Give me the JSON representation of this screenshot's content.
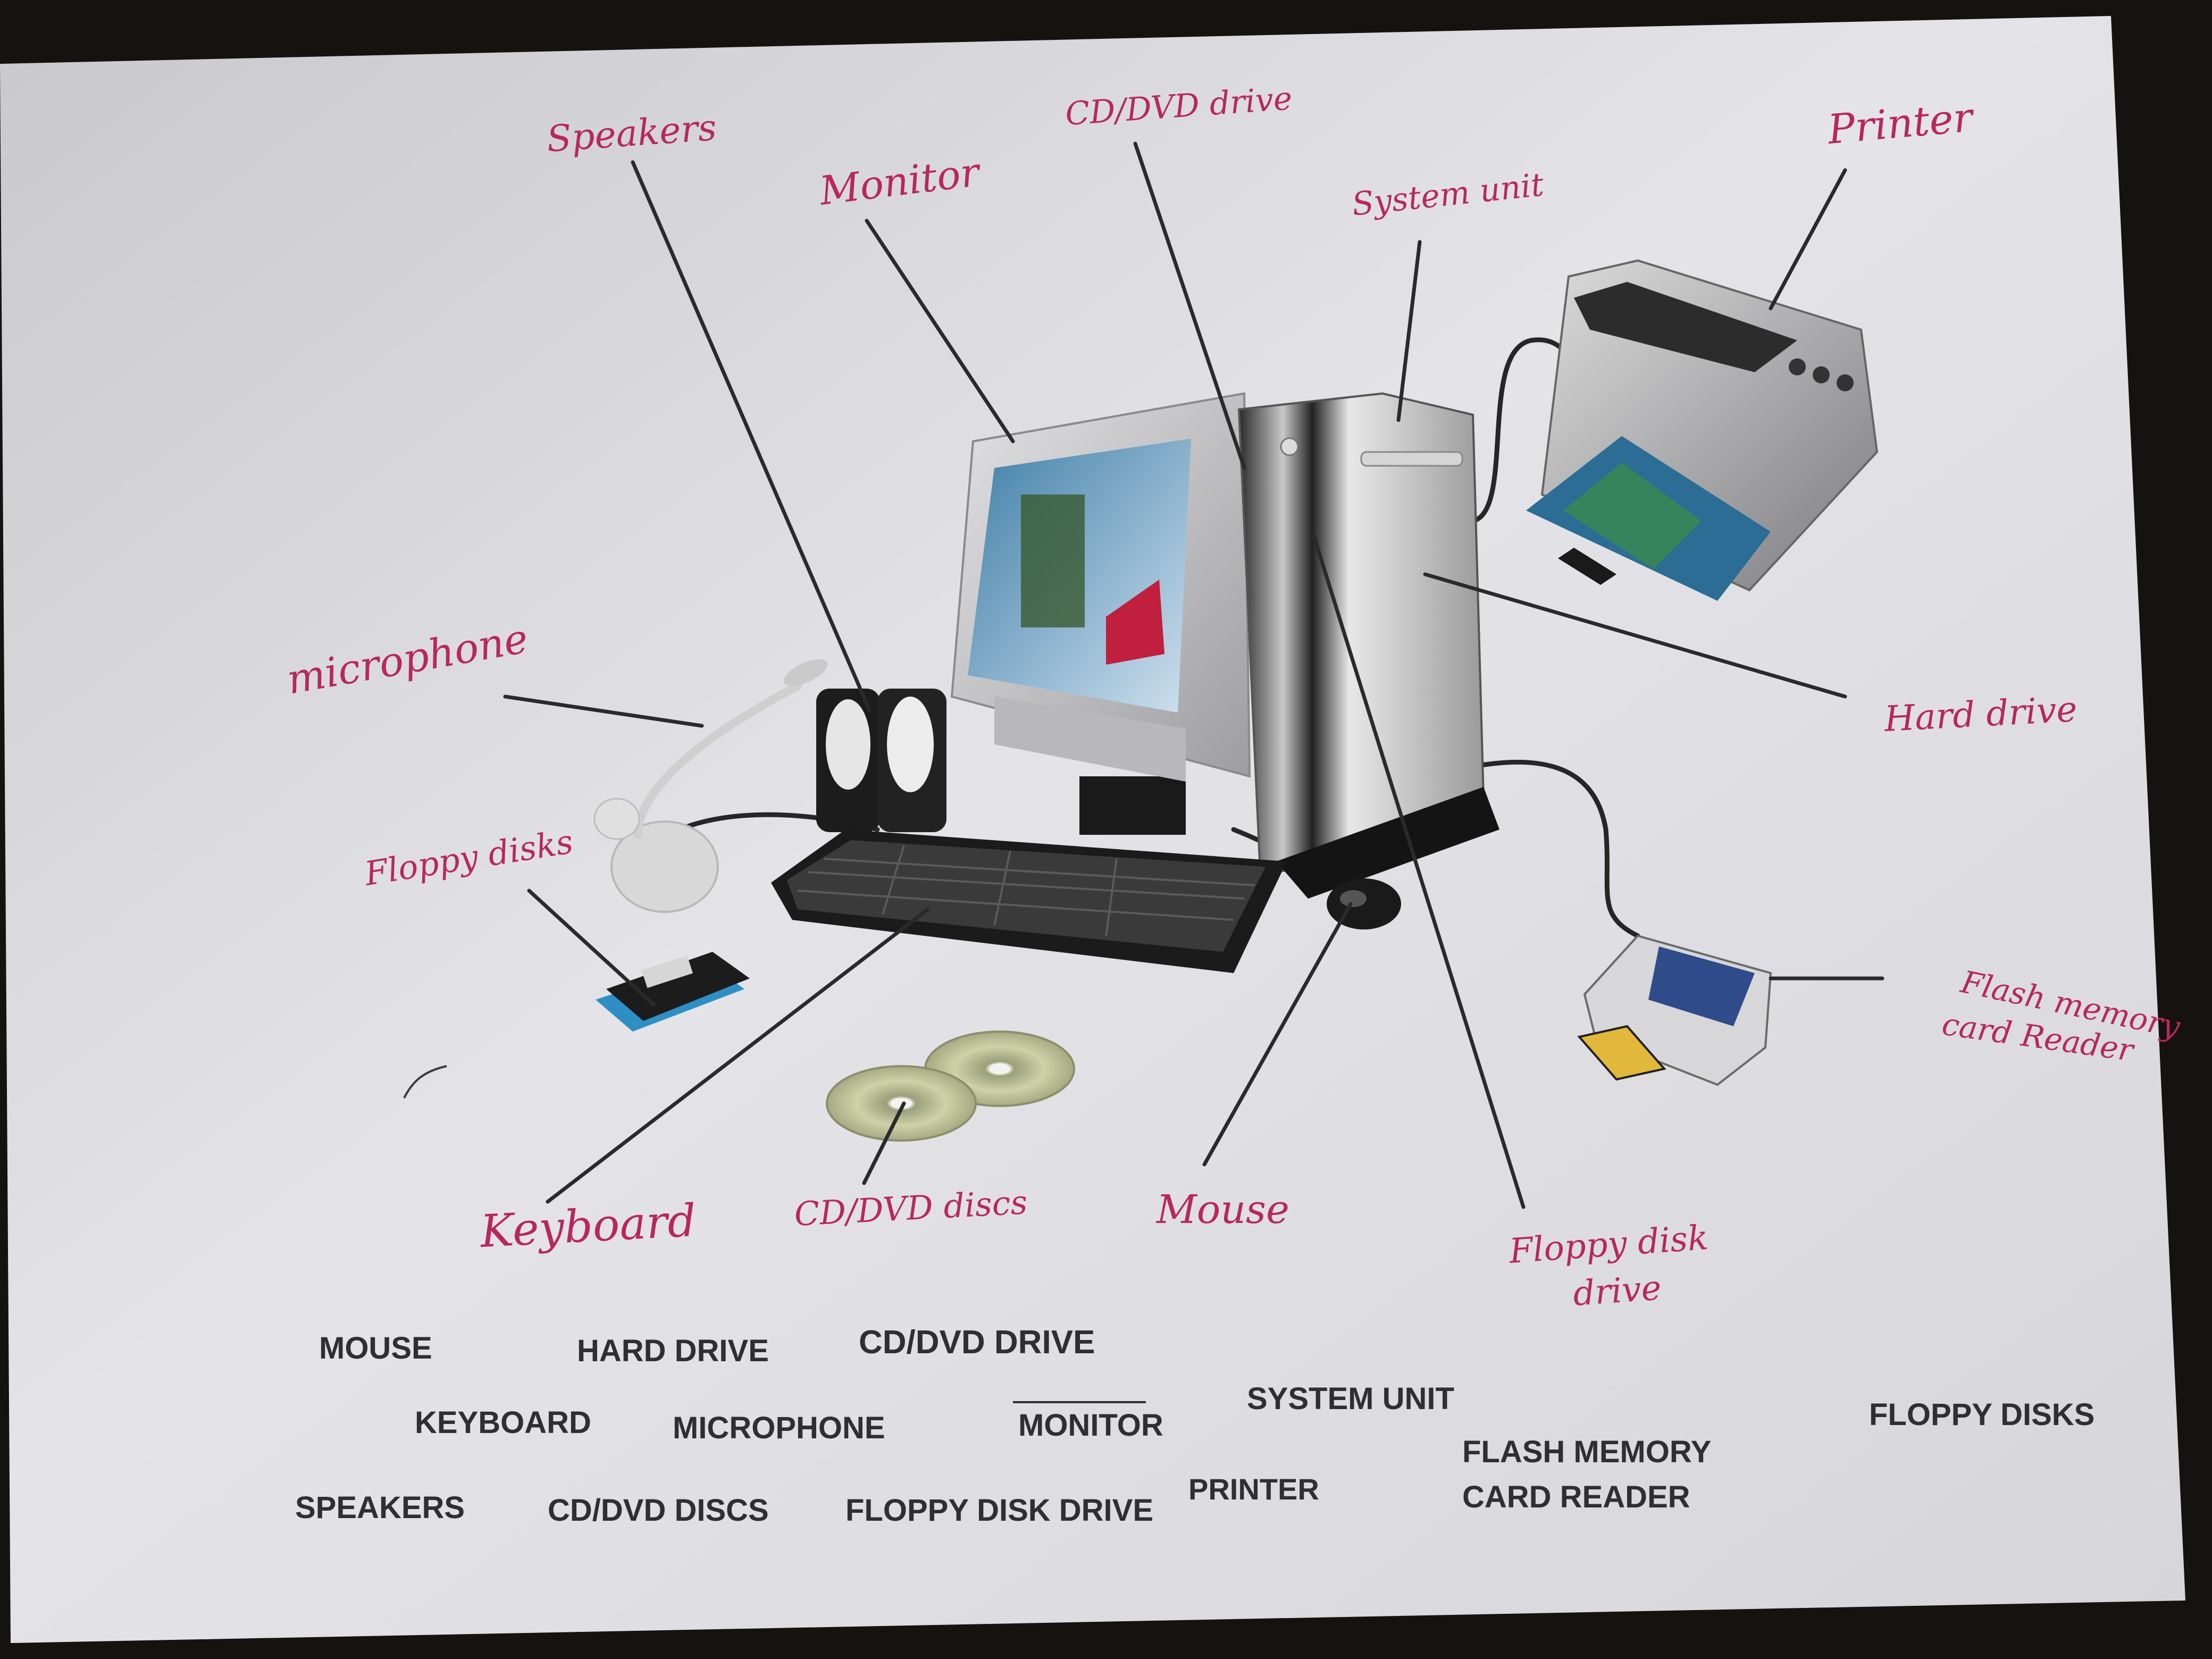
{
  "handwritten_labels": {
    "speakers": "Speakers",
    "monitor": "Monitor",
    "cd_dvd_drive": "CD/DVD drive",
    "system_unit": "System unit",
    "printer": "Printer",
    "microphone": "microphone",
    "hard_drive": "Hard drive",
    "floppy_disks": "Floppy disks",
    "flash_memory_line1": "Flash memory",
    "flash_memory_line2": "card Reader",
    "keyboard": "Keyboard",
    "cd_dvd_discs": "CD/DVD discs",
    "mouse": "Mouse",
    "floppy_disk_drive_line1": "Floppy disk",
    "floppy_disk_drive_line2": "drive"
  },
  "word_bank": {
    "mouse": "MOUSE",
    "hard_drive": "HARD DRIVE",
    "cd_dvd_drive": "CD/DVD DRIVE",
    "keyboard": "KEYBOARD",
    "microphone": "MICROPHONE",
    "monitor": "MONITOR",
    "system_unit": "SYSTEM UNIT",
    "floppy_disks": "FLOPPY DISKS",
    "flash_memory_line1": "FLASH MEMORY",
    "flash_memory_line2": "CARD READER",
    "speakers": "SPEAKERS",
    "cd_dvd_discs": "CD/DVD DISCS",
    "floppy_disk_drive": "FLOPPY DISK DRIVE",
    "printer": "PRINTER"
  }
}
